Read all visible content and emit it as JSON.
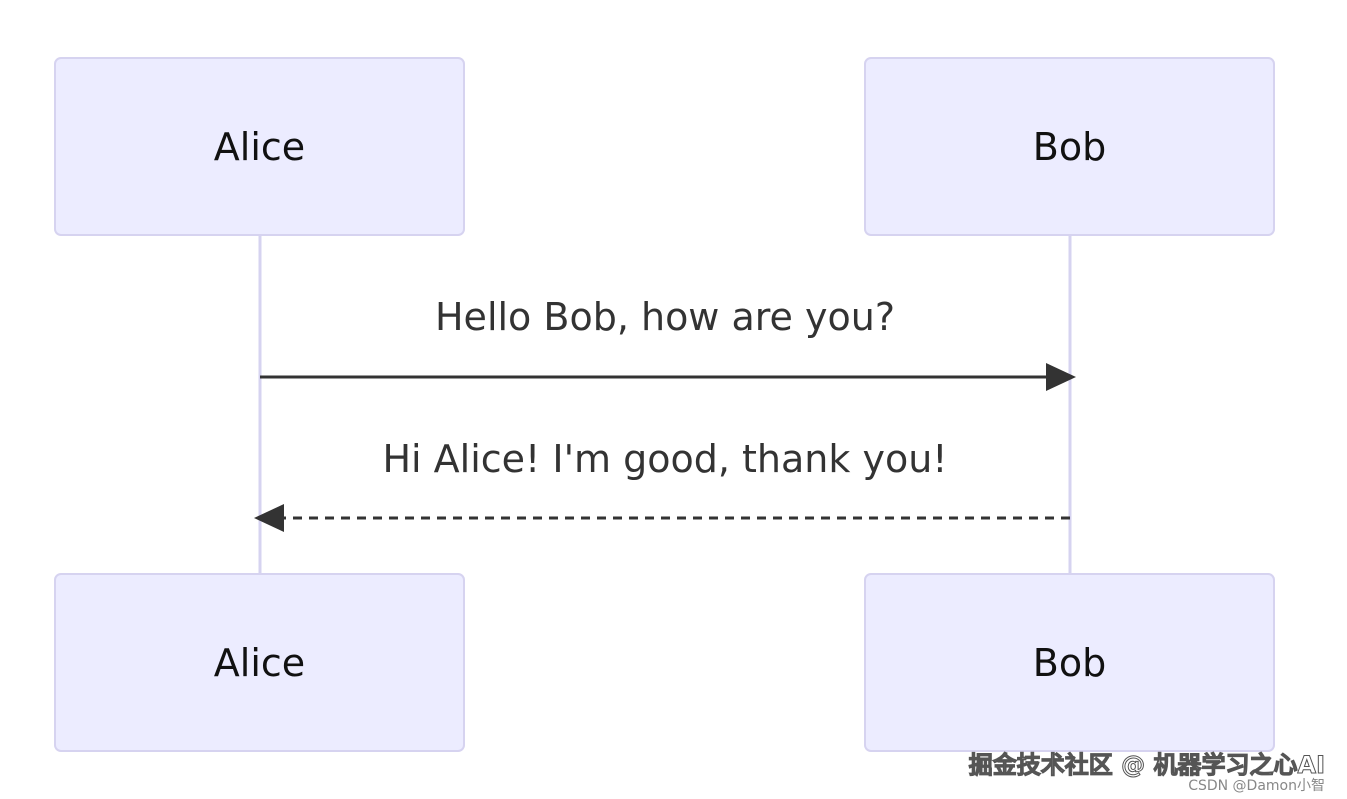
{
  "participants": [
    {
      "id": "alice",
      "name": "Alice"
    },
    {
      "id": "bob",
      "name": "Bob"
    }
  ],
  "messages": [
    {
      "from": "alice",
      "to": "bob",
      "style": "solid",
      "text": "Hello Bob, how are you?"
    },
    {
      "from": "bob",
      "to": "alice",
      "style": "dashed",
      "text": "Hi Alice! I'm good, thank you!"
    }
  ],
  "watermark": {
    "line1": "掘金技术社区 @ 机器学习之心AI",
    "line2": "CSDN @Damon小智"
  },
  "colors": {
    "actor_fill": "#ececff",
    "actor_border": "#d6d3f0",
    "lifeline": "#d6d3f0",
    "message": "#333333"
  }
}
